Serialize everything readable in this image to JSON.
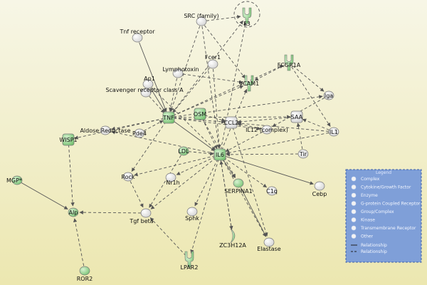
{
  "colors": {
    "bg_top": "#f7f6e6",
    "bg_bottom": "#ece7b0",
    "node_green": "#a8d8a0",
    "node_green_dark": "#6fbf6a",
    "node_grey": "#eeeeee",
    "node_stroke": "#777777",
    "edge": "#555555",
    "legend_bg": "#7f9fd8",
    "legend_border": "#3d5fa8"
  },
  "network": {
    "nodes": [
      {
        "id": "F3",
        "label": "F3",
        "shape": "receptor",
        "color": "green"
      },
      {
        "id": "SRC",
        "label": "SRC (family)",
        "shape": "circle",
        "color": "grey"
      },
      {
        "id": "TNFR",
        "label": "Tnf receptor",
        "shape": "circle",
        "color": "grey"
      },
      {
        "id": "FCER1",
        "label": "Fcer1",
        "shape": "circle",
        "color": "grey"
      },
      {
        "id": "FCGR1A",
        "label": "FCGR1A",
        "shape": "receptor",
        "color": "green"
      },
      {
        "id": "LYMPHO",
        "label": "Lymphotoxin",
        "shape": "circle",
        "color": "grey"
      },
      {
        "id": "AP1",
        "label": "Ap1",
        "shape": "circle",
        "color": "grey"
      },
      {
        "id": "SCAV",
        "label": "Scavenger receptor class A",
        "shape": "circle",
        "color": "grey"
      },
      {
        "id": "VCAM1",
        "label": "VCAM1",
        "shape": "receptor",
        "color": "green"
      },
      {
        "id": "IGA",
        "label": "Iga",
        "shape": "circle",
        "color": "grey"
      },
      {
        "id": "TNF",
        "label": "TNF",
        "shape": "square",
        "color": "green"
      },
      {
        "id": "OSM",
        "label": "OSM",
        "shape": "square",
        "color": "green"
      },
      {
        "id": "CCL2",
        "label": "CCL2",
        "shape": "square",
        "color": "grey"
      },
      {
        "id": "SAA",
        "label": "SAA",
        "shape": "square",
        "color": "grey"
      },
      {
        "id": "IL12",
        "label": "IL12 (complex)",
        "shape": "circle",
        "color": "grey"
      },
      {
        "id": "IL1",
        "label": "IL1",
        "shape": "circle",
        "color": "grey"
      },
      {
        "id": "ALDO",
        "label": "Aldose Reductase",
        "shape": "circle",
        "color": "grey"
      },
      {
        "id": "PDE4",
        "label": "Pde4",
        "shape": "circle",
        "color": "grey"
      },
      {
        "id": "WISP1",
        "label": "WISP1",
        "shape": "square",
        "color": "green"
      },
      {
        "id": "LDL",
        "label": "LDL",
        "shape": "circle",
        "color": "green"
      },
      {
        "id": "IL6",
        "label": "IL6",
        "shape": "square",
        "color": "green"
      },
      {
        "id": "TIR",
        "label": "Tir",
        "shape": "circle",
        "color": "grey"
      },
      {
        "id": "MGP",
        "label": "MGP*",
        "shape": "circle",
        "color": "green"
      },
      {
        "id": "ROCK",
        "label": "Rock",
        "shape": "circle",
        "color": "grey"
      },
      {
        "id": "NR1H",
        "label": "Nr1h",
        "shape": "circle",
        "color": "grey"
      },
      {
        "id": "SERPINA1",
        "label": "SERPINA1",
        "shape": "circle",
        "color": "green"
      },
      {
        "id": "C1Q",
        "label": "C1q",
        "shape": "circle",
        "color": "grey"
      },
      {
        "id": "CEBP",
        "label": "Cebp",
        "shape": "circle",
        "color": "grey"
      },
      {
        "id": "ALP",
        "label": "Alp",
        "shape": "circle",
        "color": "green"
      },
      {
        "id": "TGFB",
        "label": "Tgf beta",
        "shape": "circle",
        "color": "grey"
      },
      {
        "id": "SPHK",
        "label": "Sphk",
        "shape": "circle",
        "color": "grey"
      },
      {
        "id": "ZC3H12A",
        "label": "ZC3H12A",
        "shape": "crescent",
        "color": "green"
      },
      {
        "id": "ELASTASE",
        "label": "Elastase",
        "shape": "circle",
        "color": "grey"
      },
      {
        "id": "LPAR2",
        "label": "LPAR2",
        "shape": "receptor",
        "color": "green"
      },
      {
        "id": "ROR2",
        "label": "ROR2",
        "shape": "circle",
        "color": "green"
      }
    ],
    "edges": [
      {
        "from": "F3",
        "to": "F3",
        "style": "dashed"
      },
      {
        "from": "SRC",
        "to": "F3",
        "style": "dashed"
      },
      {
        "from": "SRC",
        "to": "TNF",
        "style": "dashed"
      },
      {
        "from": "SRC",
        "to": "VCAM1",
        "style": "dashed"
      },
      {
        "from": "TNFR",
        "to": "TNF",
        "style": "solid"
      },
      {
        "from": "FCER1",
        "to": "TNF",
        "style": "dashed"
      },
      {
        "from": "FCER1",
        "to": "IL6",
        "style": "dashed"
      },
      {
        "from": "LYMPHO",
        "to": "VCAM1",
        "style": "dashed"
      },
      {
        "from": "LYMPHO",
        "to": "TNF",
        "style": "dashed"
      },
      {
        "from": "AP1",
        "to": "TNF",
        "style": "solid"
      },
      {
        "from": "AP1",
        "to": "IL6",
        "style": "dashed"
      },
      {
        "from": "SCAV",
        "to": "TNF",
        "style": "dashed"
      },
      {
        "from": "TNF",
        "to": "F3",
        "style": "dashed"
      },
      {
        "from": "TNF",
        "to": "VCAM1",
        "style": "dashed"
      },
      {
        "from": "TNF",
        "to": "FCGR1A",
        "style": "dashed"
      },
      {
        "from": "TNF",
        "to": "CCL2",
        "style": "dashed"
      },
      {
        "from": "TNF",
        "to": "SAA",
        "style": "dashed"
      },
      {
        "from": "TNF",
        "to": "IGA",
        "style": "dashed"
      },
      {
        "from": "TNF",
        "to": "IL6",
        "style": "solid"
      },
      {
        "from": "TNF",
        "to": "ROCK",
        "style": "dashed"
      },
      {
        "from": "TNF",
        "to": "WISP1",
        "style": "dashed"
      },
      {
        "from": "TNF",
        "to": "ALDO",
        "style": "dashed"
      },
      {
        "from": "TNF",
        "to": "IL12",
        "style": "dashed"
      },
      {
        "from": "OSM",
        "to": "CCL2",
        "style": "dashed"
      },
      {
        "from": "OSM",
        "to": "IL6",
        "style": "dashed"
      },
      {
        "from": "OSM",
        "to": "SERPINA1",
        "style": "dashed"
      },
      {
        "from": "IL1",
        "to": "IL6",
        "style": "dashed"
      },
      {
        "from": "IL1",
        "to": "CCL2",
        "style": "dashed"
      },
      {
        "from": "IL1",
        "to": "SAA",
        "style": "dashed"
      },
      {
        "from": "IGA",
        "to": "IL12",
        "style": "dashed"
      },
      {
        "from": "FCGR1A",
        "to": "IGA",
        "style": "dashed"
      },
      {
        "from": "FCGR1A",
        "to": "IL1",
        "style": "dashed"
      },
      {
        "from": "FCGR1A",
        "to": "VCAM1",
        "style": "dashed"
      },
      {
        "from": "IL12",
        "to": "IL6",
        "style": "dashed"
      },
      {
        "from": "IL12",
        "to": "CCL2",
        "style": "dashed"
      },
      {
        "from": "SAA",
        "to": "CCL2",
        "style": "dashed"
      },
      {
        "from": "TIR",
        "to": "IL6",
        "style": "dashed"
      },
      {
        "from": "TIR",
        "to": "SAA",
        "style": "dashed"
      },
      {
        "from": "IL6",
        "to": "F3",
        "style": "dashed"
      },
      {
        "from": "IL6",
        "to": "VCAM1",
        "style": "dashed"
      },
      {
        "from": "IL6",
        "to": "SERPINA1",
        "style": "solid"
      },
      {
        "from": "IL6",
        "to": "C1Q",
        "style": "dashed"
      },
      {
        "from": "IL6",
        "to": "CEBP",
        "style": "solid"
      },
      {
        "from": "IL6",
        "to": "ROCK",
        "style": "dashed"
      },
      {
        "from": "IL6",
        "to": "NR1H",
        "style": "dashed"
      },
      {
        "from": "IL6",
        "to": "TGFB",
        "style": "dashed"
      },
      {
        "from": "IL6",
        "to": "SPHK",
        "style": "dashed"
      },
      {
        "from": "IL6",
        "to": "ELASTASE",
        "style": "dashed"
      },
      {
        "from": "IL6",
        "to": "ZC3H12A",
        "style": "dashed"
      },
      {
        "from": "IL6",
        "to": "LPAR2",
        "style": "dashed"
      },
      {
        "from": "IL6",
        "to": "ALDO",
        "style": "dashed"
      },
      {
        "from": "LDL",
        "to": "IL6",
        "style": "dashed"
      },
      {
        "from": "LDL",
        "to": "TGFB",
        "style": "dashed"
      },
      {
        "from": "PDE4",
        "to": "TNF",
        "style": "dashed"
      },
      {
        "from": "CCL2",
        "to": "ELASTASE",
        "style": "dashed"
      },
      {
        "from": "WISP1",
        "to": "ALP",
        "style": "dashed"
      },
      {
        "from": "MGP",
        "to": "ALP",
        "style": "solid"
      },
      {
        "from": "ROCK",
        "to": "TGFB",
        "style": "dashed"
      },
      {
        "from": "TGFB",
        "to": "ALP",
        "style": "dashed"
      },
      {
        "from": "LPAR2",
        "to": "TGFB",
        "style": "dashed"
      },
      {
        "from": "ROR2",
        "to": "ALP",
        "style": "dashed"
      },
      {
        "from": "ZC3H12A",
        "to": "IL6",
        "style": "dashed"
      },
      {
        "from": "SERPINA1",
        "to": "ELASTASE",
        "style": "solid"
      },
      {
        "from": "SRC",
        "to": "IL6",
        "style": "dashed"
      }
    ]
  },
  "legend": {
    "title": "Legend",
    "items": [
      {
        "icon": "complex-icon",
        "label": "Complex"
      },
      {
        "icon": "cytokine-icon",
        "label": "Cytokine/Growth Factor"
      },
      {
        "icon": "enzyme-icon",
        "label": "Enzyme"
      },
      {
        "icon": "gpcr-icon",
        "label": "G-protein Coupled Receptor"
      },
      {
        "icon": "group-icon",
        "label": "Group/Complex"
      },
      {
        "icon": "kinase-icon",
        "label": "Kinase"
      },
      {
        "icon": "transmembrane-receptor-icon",
        "label": "Transmembrane Receptor"
      },
      {
        "icon": "other-icon",
        "label": "Other"
      }
    ],
    "relationship_solid": "Relationship",
    "relationship_dashed": "Relationship"
  }
}
